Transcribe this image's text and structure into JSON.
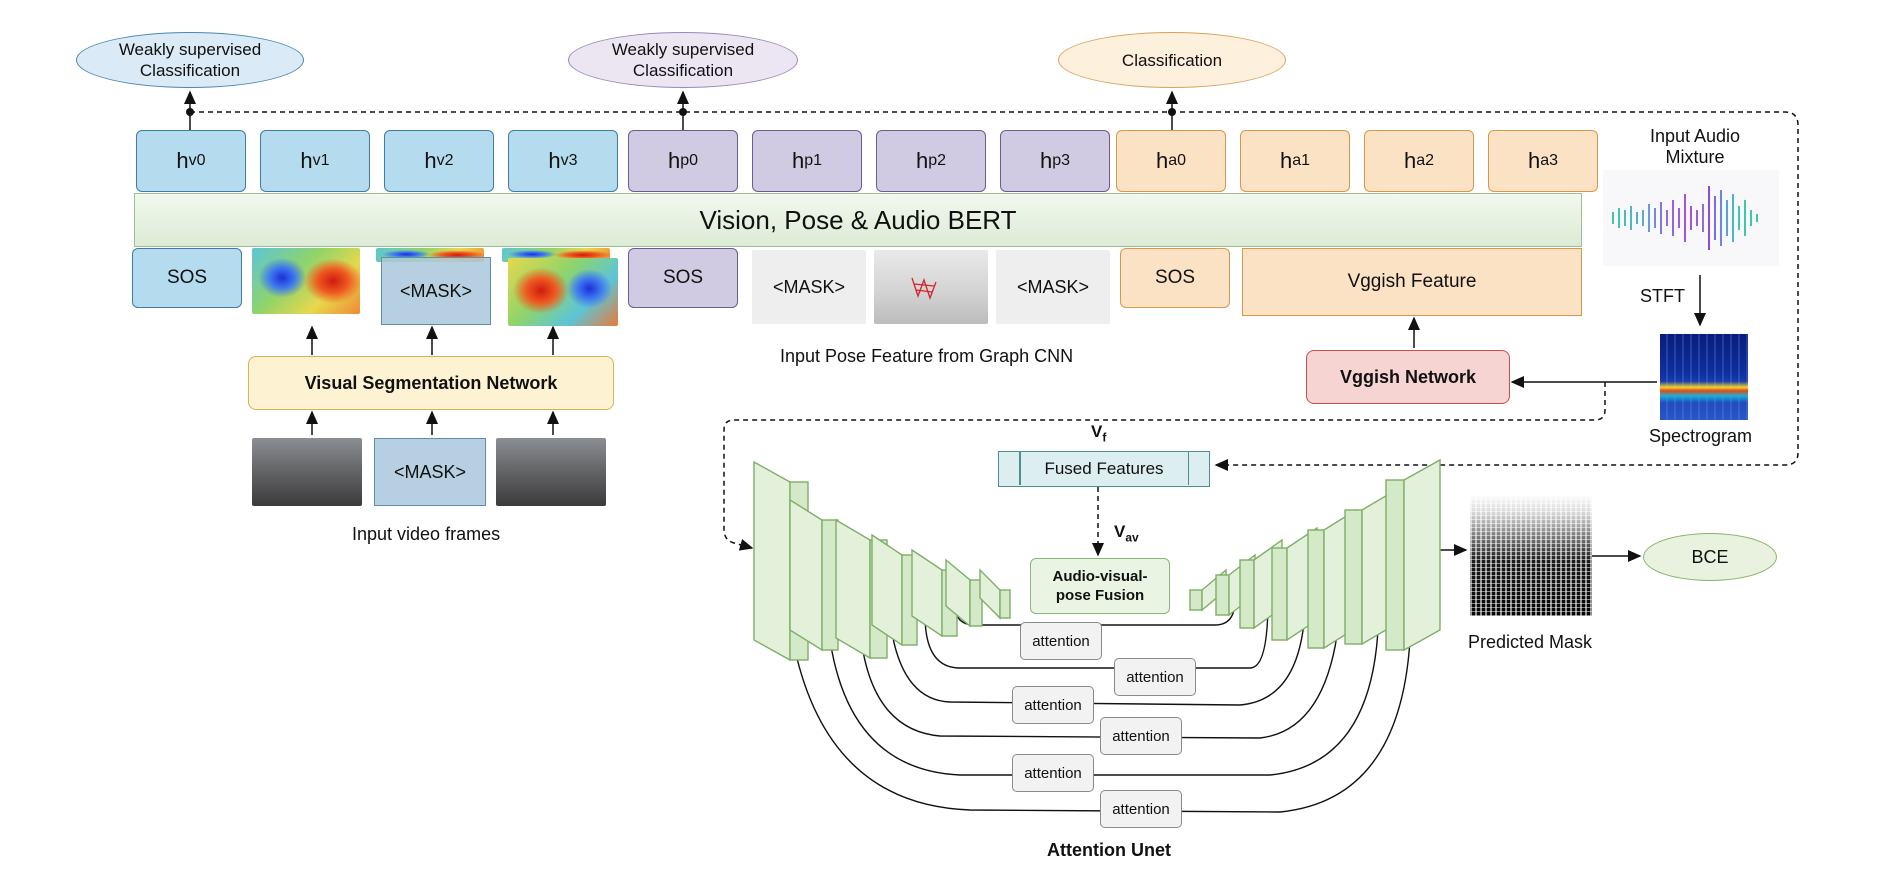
{
  "top_outputs": {
    "vision": "Weakly supervised\nClassification",
    "pose": "Weakly supervised\nClassification",
    "audio": "Classification"
  },
  "tokens": {
    "vision": [
      {
        "base": "h",
        "sub": "v0"
      },
      {
        "base": "h",
        "sub": "v1"
      },
      {
        "base": "h",
        "sub": "v2"
      },
      {
        "base": "h",
        "sub": "v3"
      }
    ],
    "pose": [
      {
        "base": "h",
        "sub": "p0"
      },
      {
        "base": "h",
        "sub": "p1"
      },
      {
        "base": "h",
        "sub": "p2"
      },
      {
        "base": "h",
        "sub": "p3"
      }
    ],
    "audio": [
      {
        "base": "h",
        "sub": "a0"
      },
      {
        "base": "h",
        "sub": "a1"
      },
      {
        "base": "h",
        "sub": "a2"
      },
      {
        "base": "h",
        "sub": "a3"
      }
    ]
  },
  "bert_label": "Vision, Pose & Audio BERT",
  "inputs": {
    "sos": "SOS",
    "mask": "<MASK>",
    "vggish_feature": "Vggish Feature"
  },
  "visual_network": "Visual Segmentation Network",
  "input_video_label": "Input video frames",
  "pose_label": "Input Pose Feature from Graph CNN",
  "audio": {
    "input_mixture": "Input Audio\nMixture",
    "stft": "STFT",
    "spectrogram": "Spectrogram",
    "vggish_network": "Vggish Network"
  },
  "unet": {
    "vf_label": "V",
    "vf_sub": "f",
    "fused_features": "Fused Features",
    "vav_label": "V",
    "vav_sub": "av",
    "fusion": "Audio-visual-\npose Fusion",
    "attention": "attention",
    "title": "Attention Unet"
  },
  "output": {
    "predicted_mask": "Predicted Mask",
    "loss": "BCE"
  },
  "colors": {
    "vision": "#b4dcee",
    "pose": "#d0cae3",
    "audio": "#fce2c5",
    "bert": "#e3f0de",
    "unet": "#d9ecd0",
    "vggish_net": "#f6d4d2"
  }
}
